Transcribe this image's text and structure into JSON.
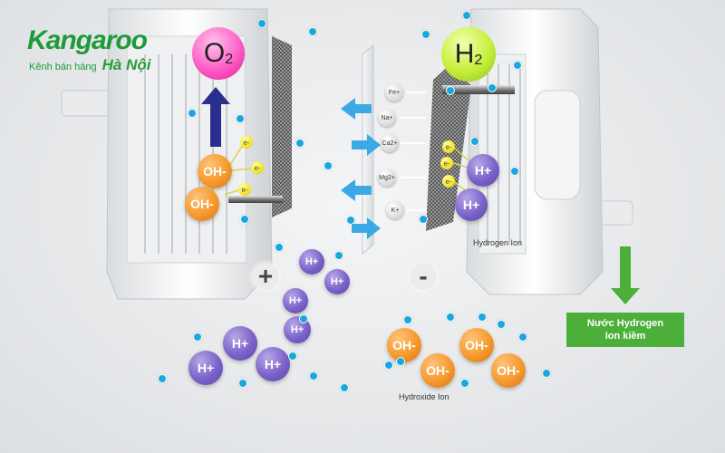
{
  "logo": {
    "brand": "Kangaroo",
    "tagline": "Kênh bán hàng",
    "city": "Hà Nội"
  },
  "gases": {
    "oxygen_main": "O",
    "oxygen_sub": "2",
    "hydrogen_main": "H",
    "hydrogen_sub": "2"
  },
  "ions": {
    "hydroxide": "OH-",
    "hydrogen": "H+",
    "electron": "e-"
  },
  "minerals": [
    "Fe+",
    "Na+",
    "Ca2+",
    "Mg2+",
    "K+"
  ],
  "signs": {
    "anode": "+",
    "cathode": "-"
  },
  "labels": {
    "hydrogen_ion": "Hydrogen Ion",
    "hydroxide_ion": "Hydroxide Ion"
  },
  "result": {
    "line1": "Nước Hydrogen",
    "line2": "Ion kiềm"
  },
  "colors": {
    "brand_green": "#1e9a3a",
    "oxygen": "#ff5fc6",
    "hydrogen": "#c6ef3b",
    "hydroxide": "#f59a2c",
    "hydrogen_ion": "#7b62c9",
    "electron": "#f3e52a",
    "water_dot": "#1aa7df",
    "arrow_blue": "#3aa9e6",
    "arrow_up": "#2a2f8f",
    "result_green": "#4caf3a"
  }
}
